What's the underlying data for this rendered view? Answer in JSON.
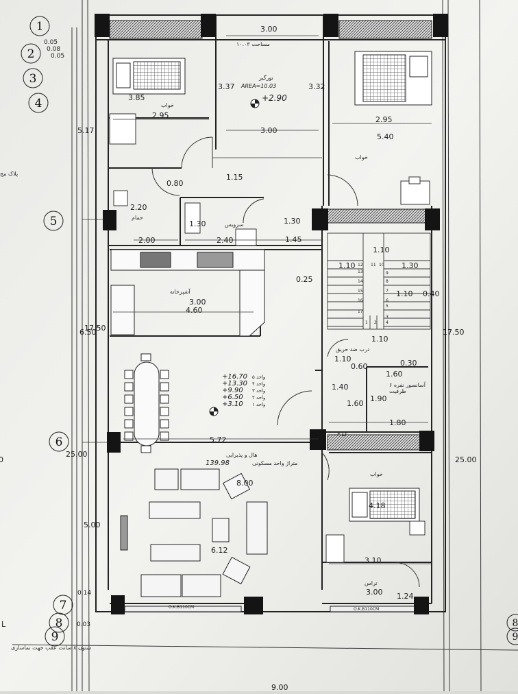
{
  "grid_markers": [
    "1",
    "2",
    "3",
    "4",
    "5",
    "6",
    "7",
    "8",
    "9"
  ],
  "edge_markers_right": [
    "8",
    "9"
  ],
  "left_top_offsets": [
    "0.05",
    "0.08",
    "0.05"
  ],
  "left_bottom_offsets": [
    "0.14",
    "0.03"
  ],
  "overall": {
    "left_total": "17.50",
    "right_total": "17.50",
    "left_length": "25.00",
    "right_length": "25.00",
    "left_edge_zero": "0"
  },
  "rooms": {
    "bedroom_tl": {
      "label": "خواب",
      "dims": [
        "3.85",
        "2.95",
        "5.17"
      ]
    },
    "lightwell": {
      "title": "نورگیر",
      "area": "AREA=10.03",
      "level": "+2.90",
      "top": "3.00",
      "bottom": "3.00",
      "left": "3.37",
      "right": "3.32",
      "note": "مساحت ۱۰.۰۳"
    },
    "bedroom_tr": {
      "label": "خواب",
      "dims": [
        "2.95",
        "5.40"
      ]
    },
    "bath": {
      "label": "حمام",
      "dims": [
        "0.80",
        "1.15",
        "2.20",
        "2.00"
      ]
    },
    "wc": {
      "label": "سرویس",
      "dims": [
        "1.30",
        "2.40",
        "1.30",
        "1.45"
      ]
    },
    "stair": {
      "dims": [
        "1.10",
        "1.10",
        "1.30",
        "0.25",
        "1.10",
        "0.40",
        "1.10",
        "1.10",
        "0.30",
        "0.60"
      ],
      "steps": [
        "12",
        "11",
        "10",
        "13",
        "9",
        "14",
        "8",
        "15",
        "7",
        "16",
        "6",
        "17",
        "5",
        "4",
        "1",
        "2",
        "3"
      ]
    },
    "kitchen": {
      "label": "آشپزخانه",
      "dims": [
        "3.00",
        "4.60",
        "6.50"
      ]
    },
    "elevator": {
      "label": "آسانسور نفره ۶",
      "sub": "ظرفیت",
      "dims": [
        "1.60",
        "1.90",
        "1.40",
        "1.60",
        "1.80"
      ],
      "fire": "درب ضد حریق"
    },
    "levels": [
      {
        "v": "+16.70",
        "u": "واحد ۵"
      },
      {
        "v": "+13.30",
        "u": "واحد ۴"
      },
      {
        "v": "+9.90",
        "u": "واحد ۳"
      },
      {
        "v": "+6.50",
        "u": "واحد ۲"
      },
      {
        "v": "+3.10",
        "u": "واحد ۱"
      }
    ],
    "hall": {
      "label": "هال و پذیرایی",
      "area_label": "متراژ واحد مسکونی",
      "area": "139.98",
      "dims": [
        "5.72",
        "8.00",
        "5.00",
        "6.12"
      ]
    },
    "bedroom_br": {
      "label": "خواب",
      "dims": [
        "4.18",
        "3.10"
      ],
      "fd": "F.D"
    },
    "terrace": {
      "label": "تراس",
      "dims": [
        "3.00",
        "1.24"
      ]
    },
    "ok_left": "O.K.B110CM",
    "ok_right": "O.K.B110CM",
    "column_note": "ستون ۸ سانت عقب جهت نماسازی",
    "left_note": "پلاک مج",
    "left_l": "L",
    "bottom_cut": "9.00"
  }
}
